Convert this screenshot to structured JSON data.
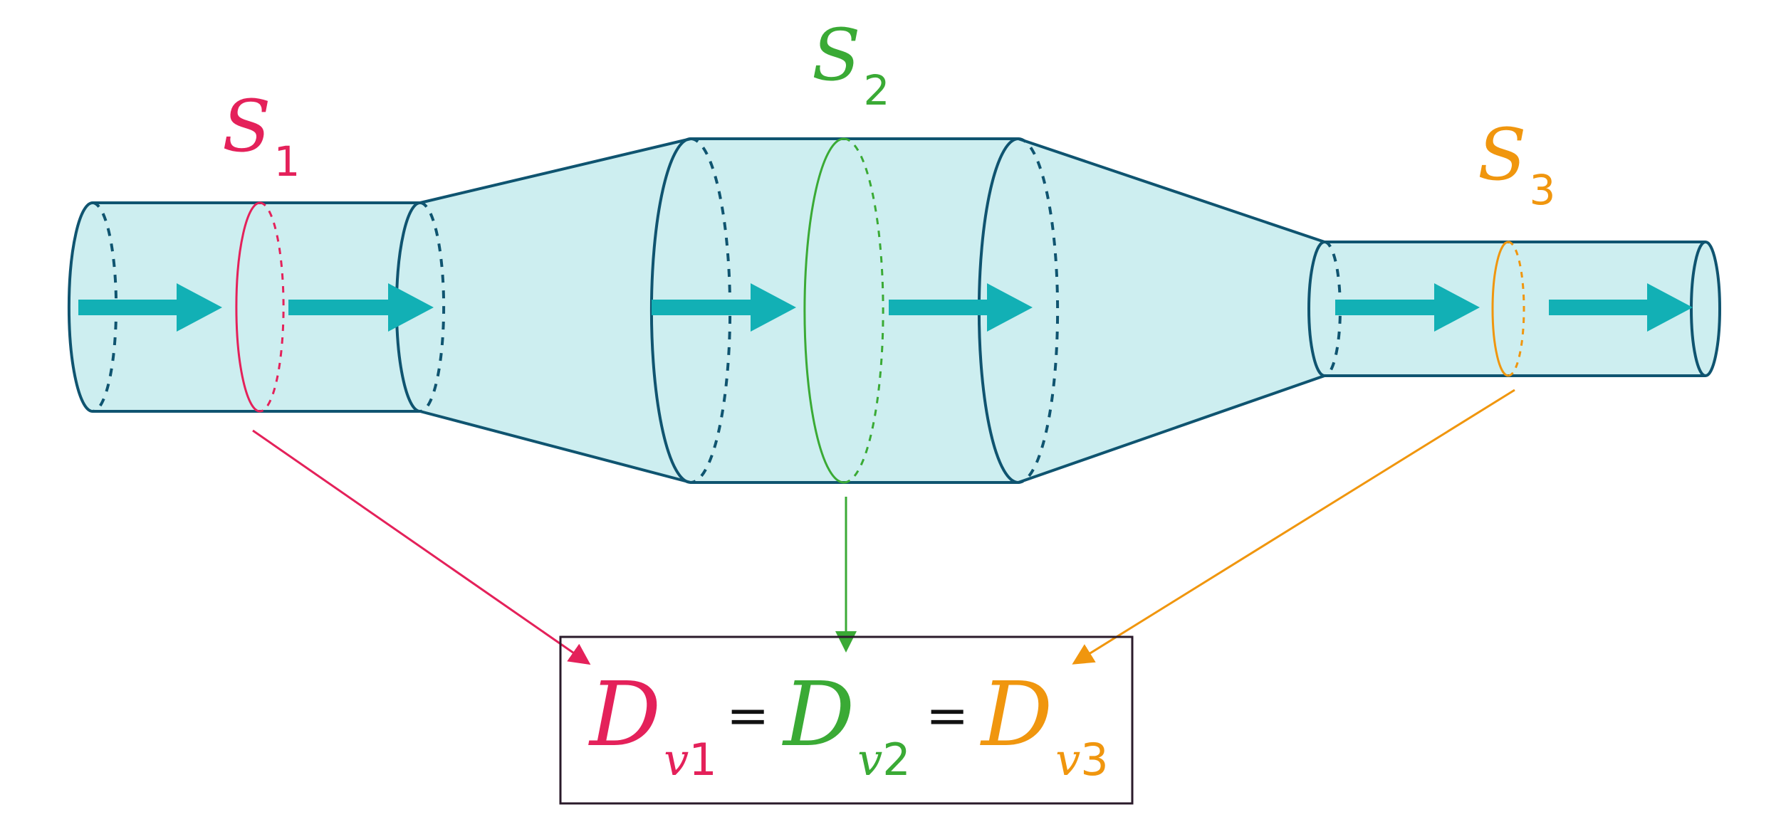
{
  "colors": {
    "tube_fill": "#cdeef0",
    "tube_stroke": "#0f5470",
    "arrow": "#12b0b5",
    "s1": "#e4215a",
    "s2": "#3aaa35",
    "s3": "#f0960e",
    "box_border": "#2a1a2a",
    "equals": "#111111"
  },
  "labels": {
    "s1": {
      "letter": "S",
      "index": "1"
    },
    "s2": {
      "letter": "S",
      "index": "2"
    },
    "s3": {
      "letter": "S",
      "index": "3"
    }
  },
  "equation": {
    "term1": {
      "letter": "D",
      "sub_v": "v",
      "sub_n": "1"
    },
    "term2": {
      "letter": "D",
      "sub_v": "v",
      "sub_n": "2"
    },
    "term3": {
      "letter": "D",
      "sub_v": "v",
      "sub_n": "3"
    },
    "equals": "="
  },
  "icons": [
    "flow-arrow-icon",
    "pointer-arrow-icon"
  ]
}
